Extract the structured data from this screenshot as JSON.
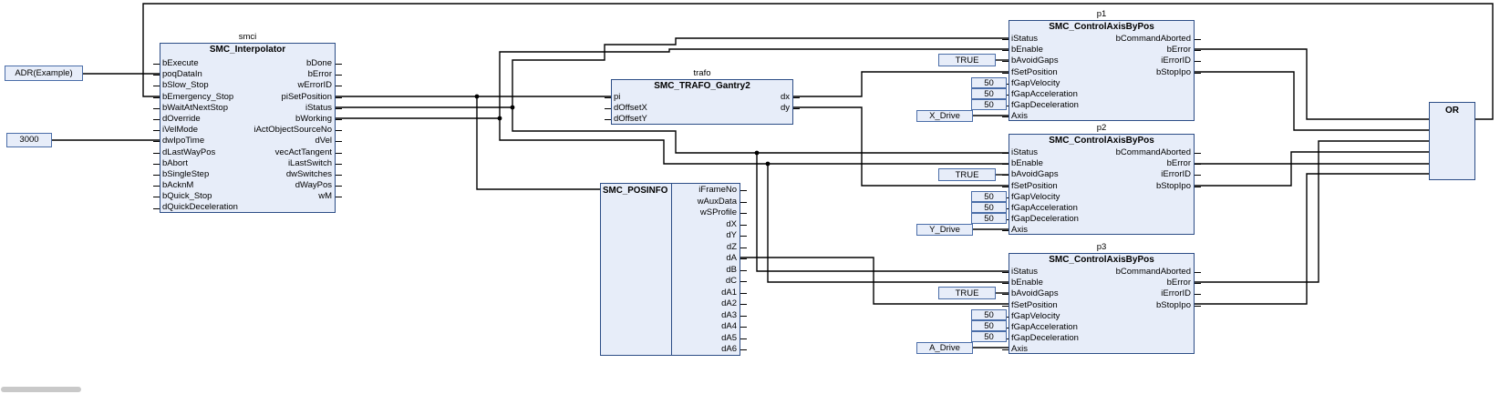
{
  "colors": {
    "background": "#ffffff",
    "block_fill": "#e7edf9",
    "block_border": "#2c4d86",
    "wire": "#000000",
    "literal_border": "#4a6da8",
    "scrollbar_thumb": "#c9c9c9"
  },
  "blocks": {
    "interpolator": {
      "instance": "smci",
      "title": "SMC_Interpolator",
      "inputs": [
        "bExecute",
        "poqDataIn",
        "bSlow_Stop",
        "bEmergency_Stop",
        "bWaitAtNextStop",
        "dOverride",
        "iVelMode",
        "dwIpoTime",
        "dLastWayPos",
        "bAbort",
        "bSingleStep",
        "bAcknM",
        "bQuick_Stop",
        "dQuickDeceleration"
      ],
      "outputs": [
        "bDone",
        "bError",
        "wErrorID",
        "piSetPosition",
        "iStatus",
        "bWorking",
        "iActObjectSourceNo",
        "dVel",
        "vecActTangent",
        "iLastSwitch",
        "dwSwitches",
        "dWayPos",
        "wM"
      ]
    },
    "trafo": {
      "instance": "trafo",
      "title": "SMC_TRAFO_Gantry2",
      "inputs": [
        "pi",
        "dOffsetX",
        "dOffsetY"
      ],
      "outputs": [
        "dx",
        "dy"
      ]
    },
    "posinfo": {
      "title": "SMC_POSINFO",
      "outputs": [
        "iFrameNo",
        "wAuxData",
        "wSProfile",
        "dX",
        "dY",
        "dZ",
        "dA",
        "dB",
        "dC",
        "dA1",
        "dA2",
        "dA3",
        "dA4",
        "dA5",
        "dA6"
      ]
    },
    "axis1": {
      "instance": "p1",
      "title": "SMC_ControlAxisByPos",
      "inputs": [
        "iStatus",
        "bEnable",
        "bAvoidGaps",
        "fSetPosition",
        "fGapVelocity",
        "fGapAcceleration",
        "fGapDeceleration",
        "Axis"
      ],
      "outputs": [
        "bCommandAborted",
        "bError",
        "iErrorID",
        "bStopIpo"
      ]
    },
    "axis2": {
      "instance": "p2",
      "title": "SMC_ControlAxisByPos",
      "inputs": [
        "iStatus",
        "bEnable",
        "bAvoidGaps",
        "fSetPosition",
        "fGapVelocity",
        "fGapAcceleration",
        "fGapDeceleration",
        "Axis"
      ],
      "outputs": [
        "bCommandAborted",
        "bError",
        "iErrorID",
        "bStopIpo"
      ]
    },
    "axis3": {
      "instance": "p3",
      "title": "SMC_ControlAxisByPos",
      "inputs": [
        "iStatus",
        "bEnable",
        "bAvoidGaps",
        "fSetPosition",
        "fGapVelocity",
        "fGapAcceleration",
        "fGapDeceleration",
        "Axis"
      ],
      "outputs": [
        "bCommandAborted",
        "bError",
        "iErrorID",
        "bStopIpo"
      ]
    },
    "or_gate": {
      "title": "OR"
    }
  },
  "literals": {
    "poq_data_in": "ADR(Example)",
    "ipo_time": "3000",
    "avoid_gaps_1": "TRUE",
    "avoid_gaps_2": "TRUE",
    "avoid_gaps_3": "TRUE",
    "gap_velocity_1": "50",
    "gap_acceleration_1": "50",
    "gap_deceleration_1": "50",
    "gap_velocity_2": "50",
    "gap_acceleration_2": "50",
    "gap_deceleration_2": "50",
    "gap_velocity_3": "50",
    "gap_acceleration_3": "50",
    "gap_deceleration_3": "50",
    "axis_1": "X_Drive",
    "axis_2": "Y_Drive",
    "axis_3": "A_Drive"
  }
}
